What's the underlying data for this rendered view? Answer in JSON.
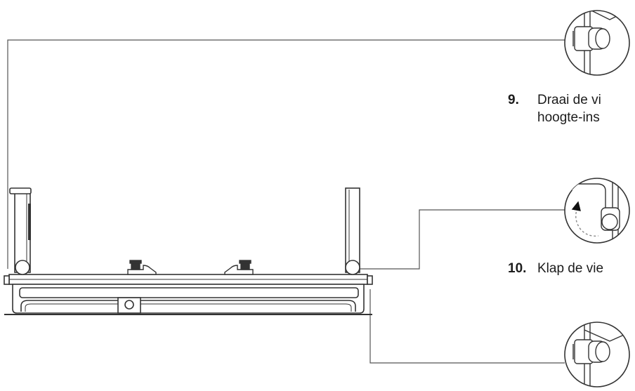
{
  "steps": [
    {
      "number": "9.",
      "lines": [
        "Draai de vi",
        "hoogte-ins"
      ]
    },
    {
      "number": "10.",
      "lines": [
        "Klap de vie"
      ]
    }
  ],
  "colors": {
    "line": "#333333",
    "leader": "#555555",
    "text": "#1c1c1c",
    "background": "#ffffff"
  },
  "icons": [
    "detail-magnifier-circle",
    "rotation-arrow-icon"
  ]
}
